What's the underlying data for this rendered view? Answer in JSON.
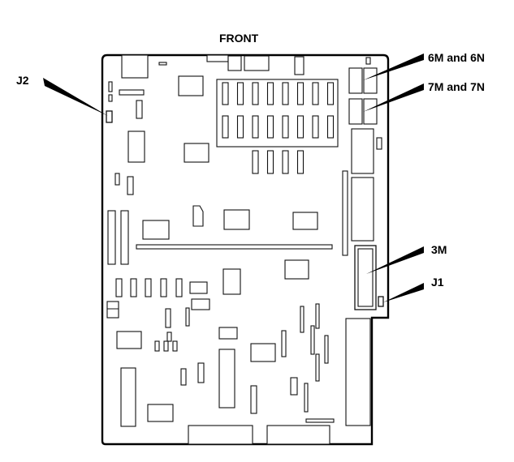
{
  "diagram": {
    "title": "FRONT",
    "callouts": [
      {
        "id": "j2",
        "label": "J2"
      },
      {
        "id": "6m6n",
        "label": "6M and 6N"
      },
      {
        "id": "7m7n",
        "label": "7M and 7N"
      },
      {
        "id": "3m",
        "label": "3M"
      },
      {
        "id": "j1",
        "label": "J1"
      }
    ]
  },
  "colors": {
    "line": "#000000",
    "background": "#ffffff"
  }
}
